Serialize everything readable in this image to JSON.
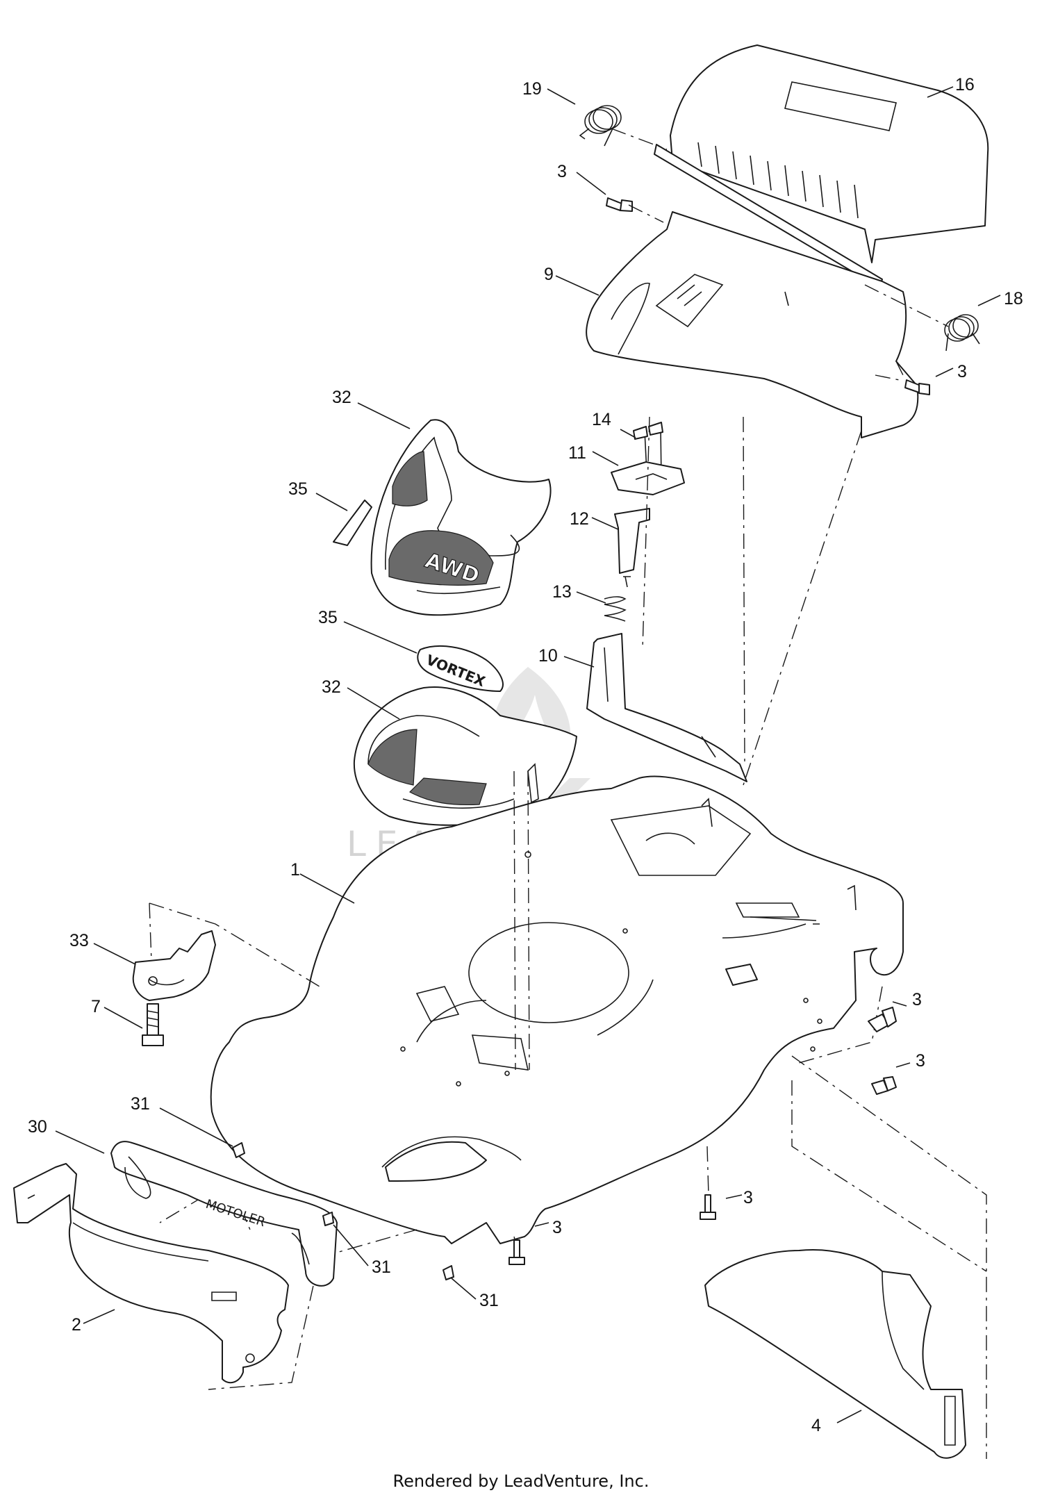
{
  "watermark": "LEADVENTURE",
  "footer": "Rendered by LeadVenture, Inc.",
  "callouts": [
    {
      "id": "c19",
      "label": "19"
    },
    {
      "id": "c16",
      "label": "16"
    },
    {
      "id": "c3a",
      "label": "3"
    },
    {
      "id": "c9",
      "label": "9"
    },
    {
      "id": "c18",
      "label": "18"
    },
    {
      "id": "c3b",
      "label": "3"
    },
    {
      "id": "c32a",
      "label": "32"
    },
    {
      "id": "c14",
      "label": "14"
    },
    {
      "id": "c11",
      "label": "11"
    },
    {
      "id": "c35a",
      "label": "35"
    },
    {
      "id": "c12",
      "label": "12"
    },
    {
      "id": "c13",
      "label": "13"
    },
    {
      "id": "c35b",
      "label": "35"
    },
    {
      "id": "c10",
      "label": "10"
    },
    {
      "id": "c32b",
      "label": "32"
    },
    {
      "id": "c1",
      "label": "1"
    },
    {
      "id": "c33",
      "label": "33"
    },
    {
      "id": "c3c",
      "label": "3"
    },
    {
      "id": "c7",
      "label": "7"
    },
    {
      "id": "c3d",
      "label": "3"
    },
    {
      "id": "c31a",
      "label": "31"
    },
    {
      "id": "c30",
      "label": "30"
    },
    {
      "id": "c3e",
      "label": "3"
    },
    {
      "id": "c3f",
      "label": "3"
    },
    {
      "id": "c31b",
      "label": "31"
    },
    {
      "id": "c31c",
      "label": "31"
    },
    {
      "id": "c2",
      "label": "2"
    },
    {
      "id": "c4",
      "label": "4"
    }
  ]
}
